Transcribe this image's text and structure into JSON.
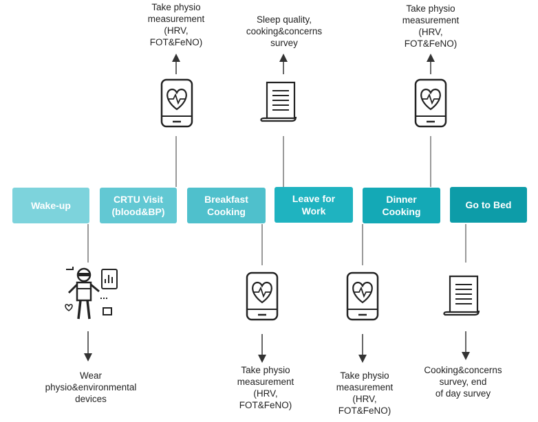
{
  "colors": {
    "wake_up": "#7dd3dc",
    "crtu": "#62c8d3",
    "breakfast": "#4fc0cc",
    "leave": "#1fb3c0",
    "dinner": "#14a9b6",
    "bed": "#0d9ca8",
    "line": "#333333"
  },
  "steps": [
    {
      "label": "Wake-up"
    },
    {
      "label": "CRTU Visit\n(blood&BP)"
    },
    {
      "label": "Breakfast\nCooking"
    },
    {
      "label": "Leave for\nWork"
    },
    {
      "label": "Dinner\nCooking"
    },
    {
      "label": "Go to Bed"
    }
  ],
  "top_items": [
    {
      "icon": "phone-heart-icon",
      "caption": "Take physio\nmeasurement\n(HRV,\nFOT&FeNO)"
    },
    {
      "icon": "document-icon",
      "caption": "Sleep quality,\ncooking&concerns\nsurvey"
    },
    {
      "icon": "phone-heart-icon",
      "caption": "Take physio\nmeasurement\n(HRV,\nFOT&FeNO)"
    }
  ],
  "bottom_items": [
    {
      "icon": "person-wearing-devices-icon",
      "caption": "Wear\nphysio&environmental\ndevices"
    },
    {
      "icon": "phone-heart-icon",
      "caption": "Take physio\nmeasurement\n(HRV,\nFOT&FeNO)"
    },
    {
      "icon": "phone-heart-icon",
      "caption": "Take physio\nmeasurement\n(HRV,\nFOT&FeNO)"
    },
    {
      "icon": "document-icon",
      "caption": "Cooking&concerns\nsurvey, end\nof day survey"
    }
  ]
}
